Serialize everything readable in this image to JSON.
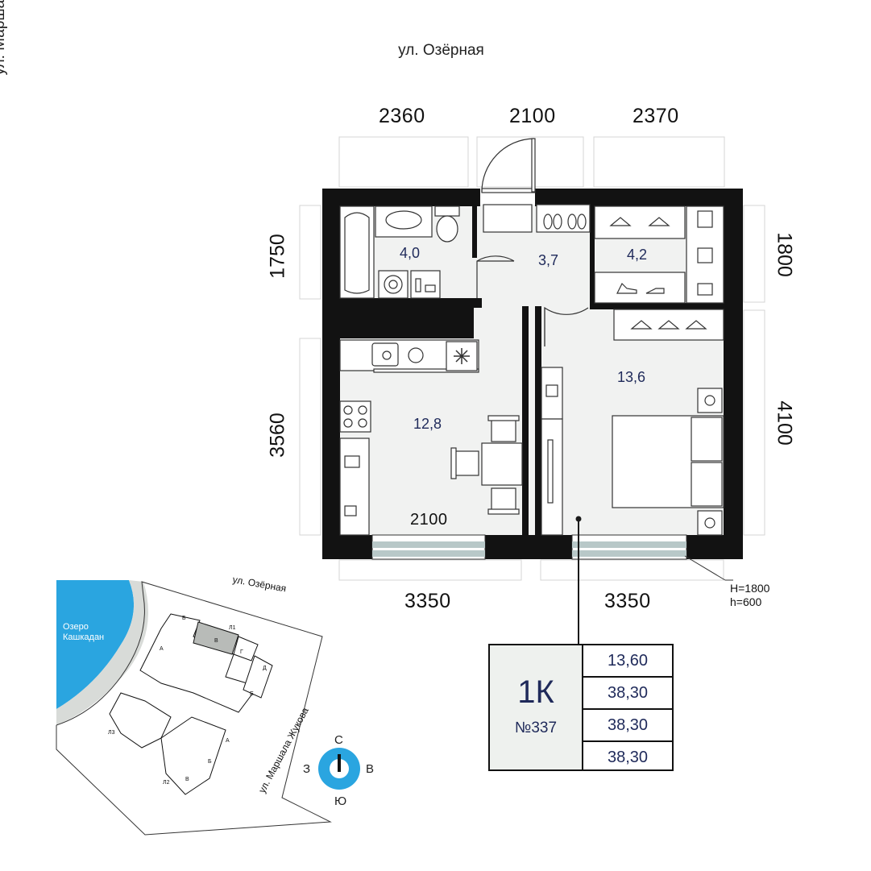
{
  "streets": {
    "top": "ул. Озёрная",
    "right": "ул. Маршала Жукова"
  },
  "dimensions": {
    "top_left": "2360",
    "top_middle": "2100",
    "top_right": "2370",
    "left_upper": "1750",
    "left_lower": "3560",
    "right_upper": "1800",
    "right_lower": "4100",
    "bottom_left": "3350",
    "bottom_right": "3350",
    "kitchen_window": "2100"
  },
  "window_heights": {
    "H": "H=1800",
    "h": "h=600"
  },
  "rooms": {
    "bathroom": "4,0",
    "hall": "3,7",
    "wardrobe": "4,2",
    "kitchen": "12,8",
    "bedroom": "13,6"
  },
  "info": {
    "type": "1К",
    "number": "№337",
    "areas": [
      "13,60",
      "38,30",
      "38,30",
      "38,30"
    ]
  },
  "site_map": {
    "lake": "Озеро Кашкадан",
    "street_top": "ул. Озёрная",
    "street_right": "ул. Маршала Жукова",
    "labels": [
      "Б",
      "Л1",
      "В",
      "Г",
      "Д",
      "Е",
      "А",
      "Л3",
      "А",
      "Б",
      "В",
      "Л2"
    ],
    "highlight_color": "#b8bbb8",
    "lake_color": "#2aa5e0"
  },
  "compass": {
    "north": "С",
    "south": "Ю",
    "west": "З",
    "east": "В",
    "ring_color": "#2aa5e0"
  },
  "colors": {
    "wall": "#121212",
    "floor": "#f1f2f1",
    "accent_text": "#1f2a5a",
    "window": "#b8c8c8"
  }
}
